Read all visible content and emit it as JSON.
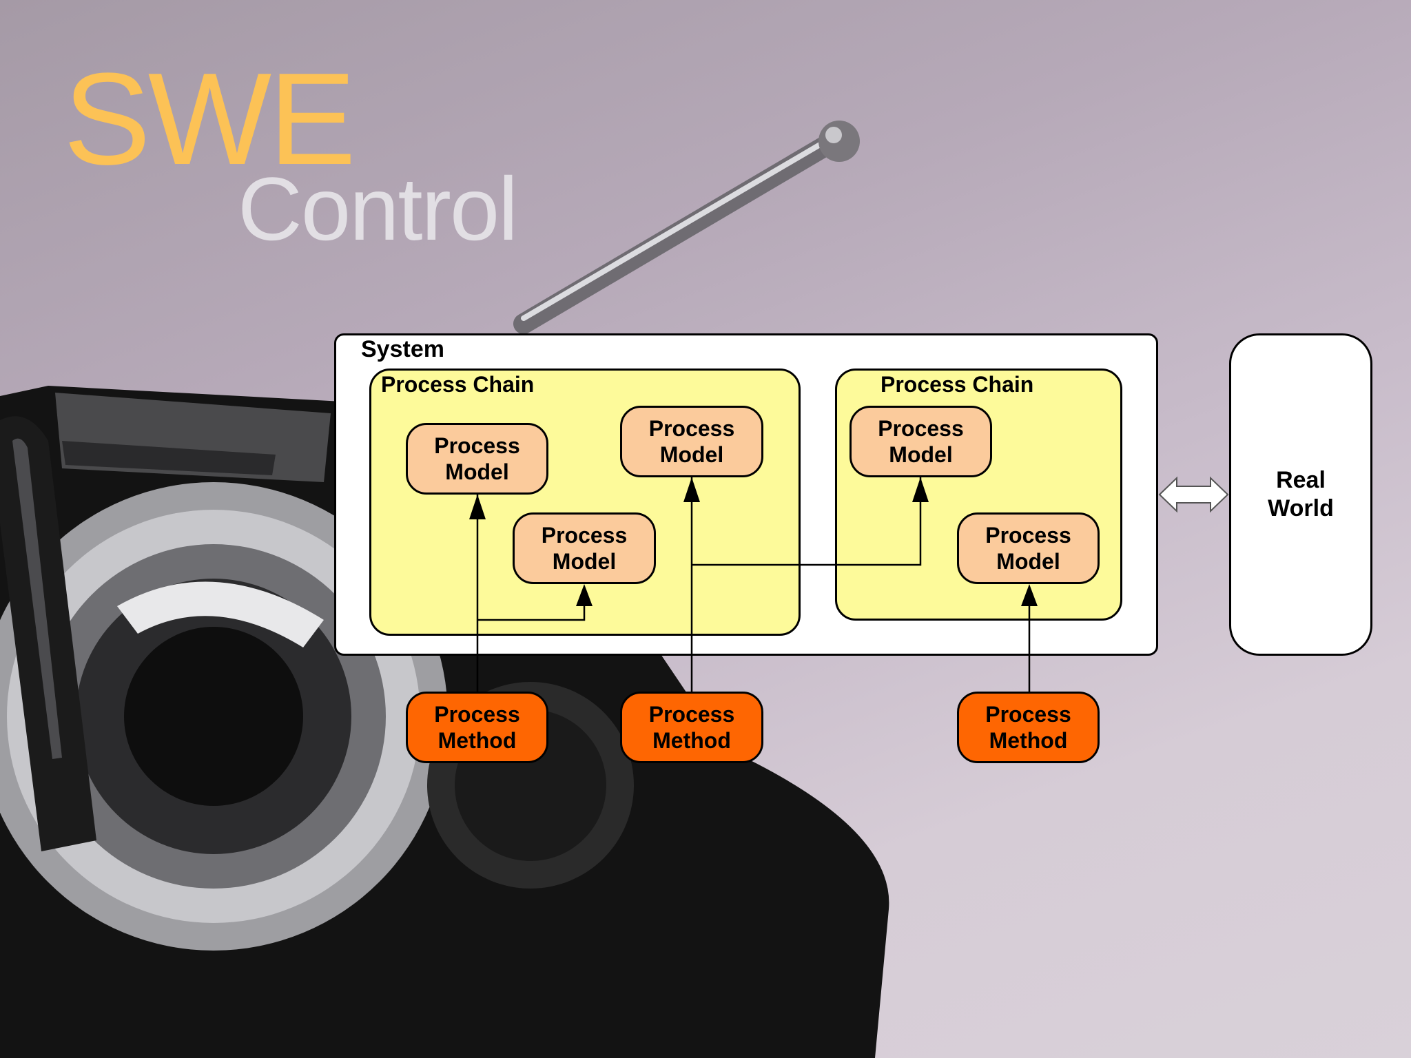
{
  "slide": {
    "title_main": "SWE",
    "title_sub": "Control"
  },
  "diagram": {
    "system_label": "System",
    "chains": [
      {
        "label": "Process Chain"
      },
      {
        "label": "Process Chain"
      }
    ],
    "process_models": [
      {
        "label": "Process\nModel"
      },
      {
        "label": "Process\nModel"
      },
      {
        "label": "Process\nModel"
      },
      {
        "label": "Process\nModel"
      },
      {
        "label": "Process\nModel"
      }
    ],
    "process_methods": [
      {
        "label": "Process\nMethod"
      },
      {
        "label": "Process\nMethod"
      },
      {
        "label": "Process\nMethod"
      }
    ],
    "real_world_label": "Real\nWorld"
  },
  "colors": {
    "title_main": "#fcc256",
    "title_sub": "#e2dfe4",
    "system_fill": "#ffffff",
    "chain_fill": "#fdfa9a",
    "model_fill": "#fbcb9c",
    "method_fill": "#fe6602",
    "real_world_fill": "#ffffff",
    "line": "#000000"
  }
}
